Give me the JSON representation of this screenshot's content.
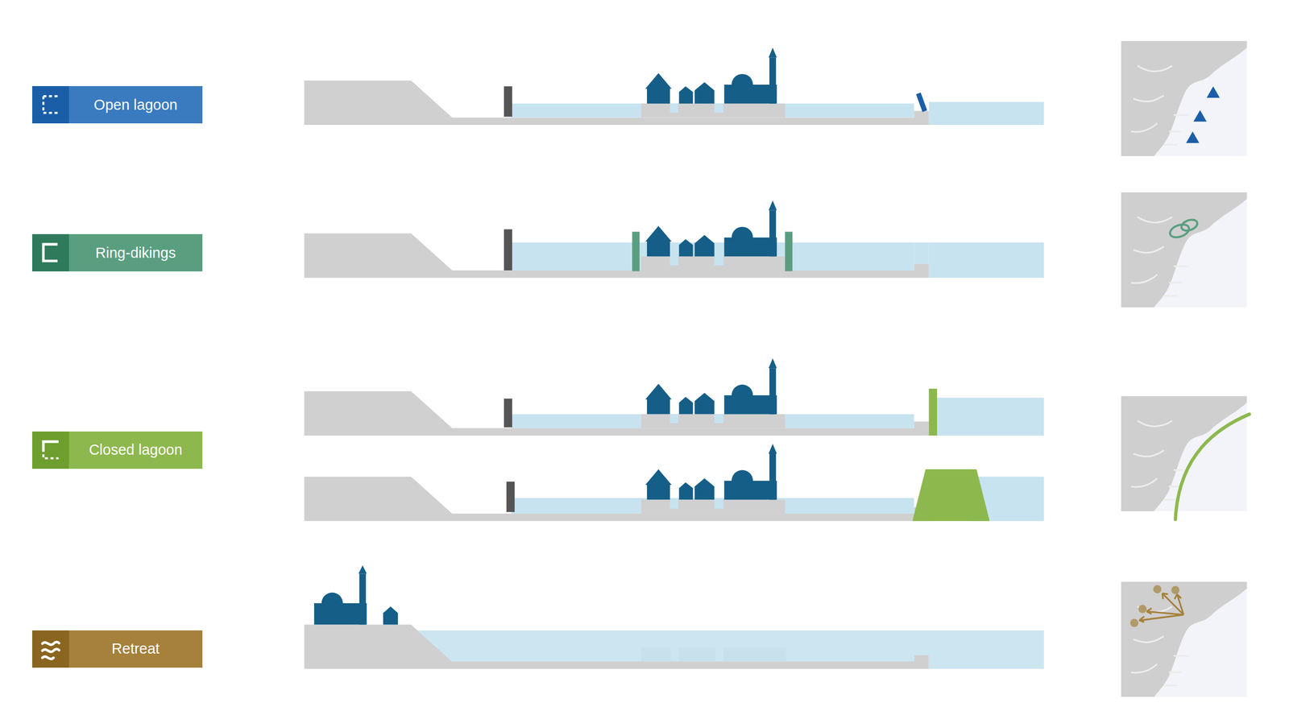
{
  "diagram": {
    "nodes": [
      {
        "text": [
          "Open lagoon"
        ]
      },
      {
        "text": [
          "Ring-dikings"
        ]
      },
      {
        "text": [
          "Closed lagoon"
        ]
      },
      {
        "text": [
          "Retreat"
        ]
      }
    ]
  }
}
